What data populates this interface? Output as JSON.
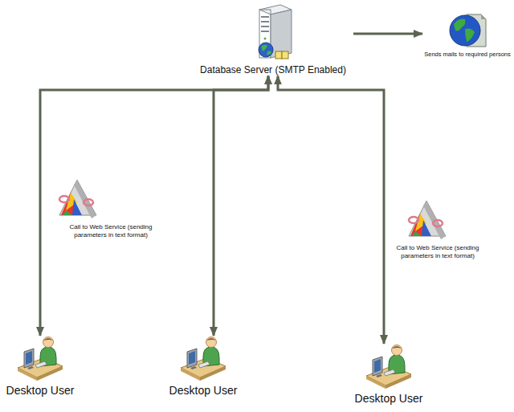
{
  "diagram": {
    "nodes": [
      {
        "text": [
          "Database Server (SMTP Enabled)"
        ]
      },
      {
        "text": [
          "Sends mails to required persons"
        ]
      },
      {
        "text": [
          "Desktop User"
        ]
      },
      {
        "text": [
          "Desktop User"
        ]
      },
      {
        "text": [
          "Desktop User"
        ]
      }
    ],
    "edges": [
      {
        "from": 0,
        "to": 1,
        "arrow": "to"
      },
      {
        "from": 0,
        "to": 2,
        "arrow": "both"
      },
      {
        "from": 0,
        "to": 3,
        "arrow": "both"
      },
      {
        "from": 0,
        "to": 4,
        "arrow": "both"
      }
    ],
    "labels": [
      "Call to Web Service (sending parameters in text format)",
      "Call to Web Service (sending parameters in text format)"
    ]
  }
}
